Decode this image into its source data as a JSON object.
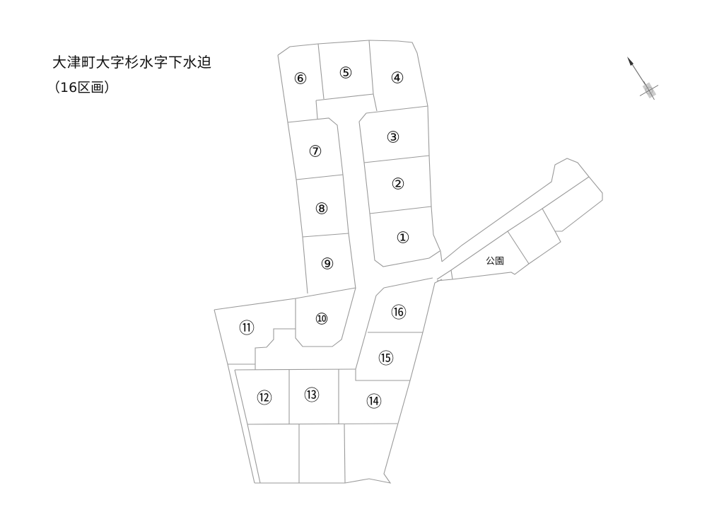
{
  "title": "大津町大字杉水字下水迫",
  "subtitle": "（16区画）",
  "park_label": "公園",
  "lots": [
    "①",
    "②",
    "③",
    "④",
    "⑤",
    "⑥",
    "⑦",
    "⑧",
    "⑨",
    "⑩",
    "⑪",
    "⑫",
    "⑬",
    "⑭",
    "⑮",
    "⑯"
  ],
  "compass_icon": "north-arrow-compass-rose"
}
